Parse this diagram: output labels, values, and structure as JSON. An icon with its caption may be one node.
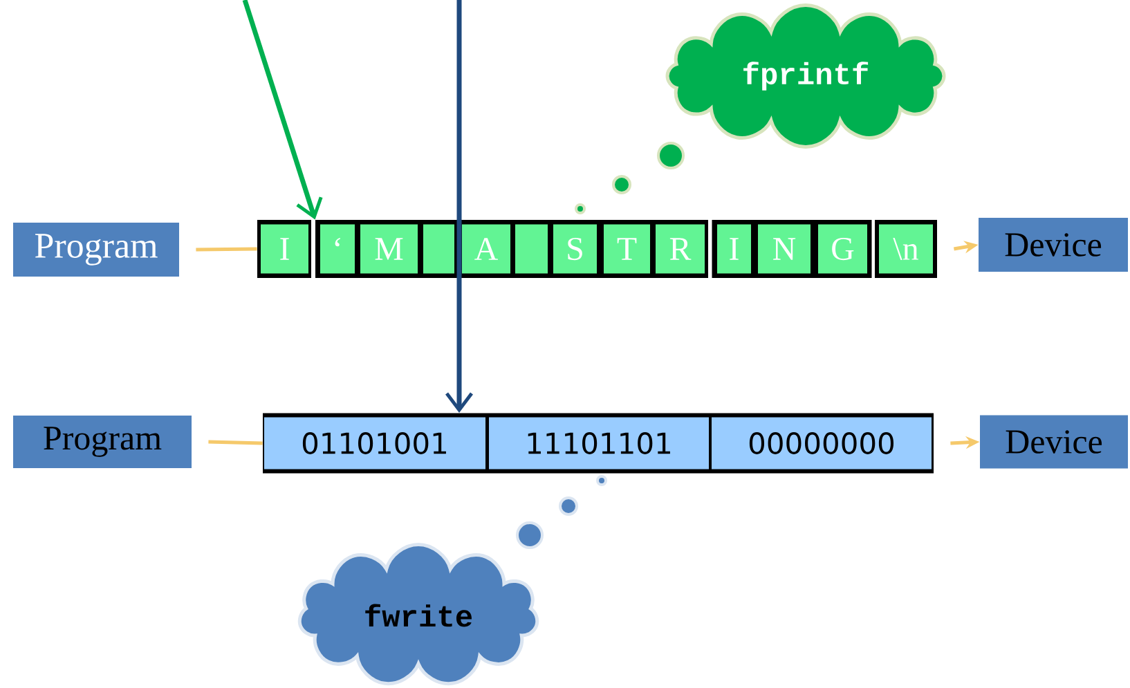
{
  "diagram": {
    "nodes": [
      {
        "text": [
          "Program"
        ]
      },
      {
        "text": [],
        "shape": "box"
      },
      {
        "text": [
          "I"
        ],
        "in": 1
      },
      {
        "text": [],
        "shape": "box"
      },
      {
        "text": [
          "‘"
        ],
        "in": 3
      },
      {
        "text": [
          "M"
        ],
        "in": 3
      },
      {
        "text": [],
        "shape": "box",
        "in": 3
      },
      {
        "text": [
          "A"
        ],
        "in": 3
      },
      {
        "text": [],
        "shape": "box",
        "in": 3
      },
      {
        "text": [
          "S"
        ],
        "in": 3
      },
      {
        "text": [
          "T"
        ],
        "in": 3
      },
      {
        "text": [
          "R"
        ],
        "in": 3
      },
      {
        "text": [],
        "shape": "box"
      },
      {
        "text": [
          "I"
        ],
        "in": 12
      },
      {
        "text": [
          "N"
        ],
        "in": 12
      },
      {
        "text": [
          "G"
        ],
        "in": 12
      },
      {
        "text": [],
        "shape": "box"
      },
      {
        "text": [
          "\\n"
        ],
        "in": 16
      },
      {
        "text": [
          "Device"
        ]
      },
      {
        "text": [
          "fprintf"
        ]
      },
      {
        "text": [
          "Program"
        ]
      },
      {
        "text": [],
        "shape": "box"
      },
      {
        "text": [
          "01101001"
        ],
        "in": 21
      },
      {
        "text": [
          "11101101"
        ],
        "in": 21
      },
      {
        "text": [
          "00000000"
        ],
        "in": 21
      },
      {
        "text": [
          "Device"
        ]
      },
      {
        "text": [
          "fwrite"
        ]
      }
    ],
    "edges": [
      {
        "from": 0,
        "to": 1,
        "arrow": "none"
      },
      {
        "from": 16,
        "to": 18,
        "arrow": "to"
      },
      {
        "from": null,
        "to": 3,
        "arrow": "to",
        "color": "#00b050"
      },
      {
        "from": null,
        "to": 21,
        "arrow": "to",
        "color": "#1f497d"
      },
      {
        "from": 20,
        "to": 21,
        "arrow": "none"
      },
      {
        "from": 21,
        "to": 25,
        "arrow": "to"
      }
    ]
  }
}
